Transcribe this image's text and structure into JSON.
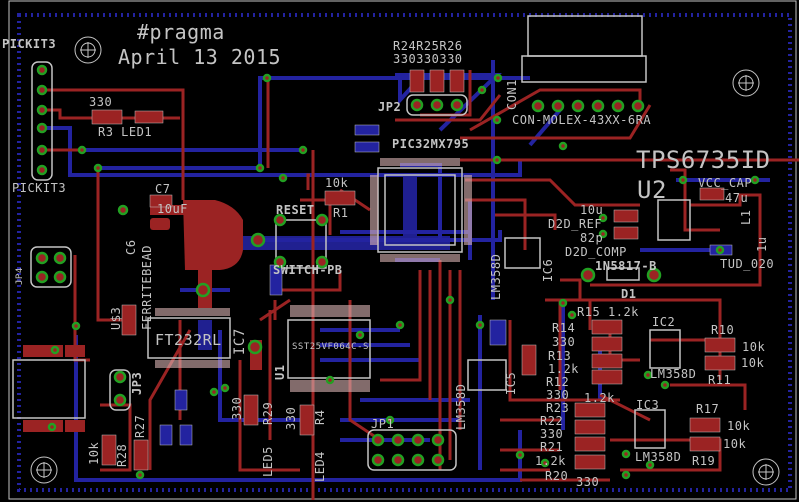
{
  "board": {
    "title": "#pragma",
    "date": "April 13 2015",
    "colors": {
      "background": "#000000",
      "top_copper": "#9b2323",
      "bottom_copper": "#2323a0",
      "silkscreen": "#c4c4c4",
      "via": "#22a022",
      "outline": "#c4c4c4"
    }
  },
  "labels": {
    "pickit3_top": "PICKIT3",
    "pickit3_bottom": "PICKIT3",
    "r3_value": "330",
    "r3_led1": "R3 LED1",
    "c7": "C7",
    "c7_value": "10uF",
    "r24_r26": "R24R25R26",
    "r24_r26_values": "330330330",
    "jp2": "JP2",
    "con1": "CON1",
    "con_molex": "CON-MOLEX-43XX-6RA",
    "pic32": "PIC32MX795",
    "r1_value": "10k",
    "r1": "R1",
    "reset": "RESET",
    "switch_pb": "SWITCH-PB",
    "tps": "TPS6735ID",
    "u2": "U2",
    "vcc_cap": "VCC_CAP",
    "cap_47u": "47u",
    "cap_10u": "10u",
    "d2d_ref": "D2D_REF",
    "cap_82p": "82p",
    "d2d_comp": "D2D_COMP",
    "diode_part": "1N5817-B",
    "d1": "D1",
    "tud": "TUD_020",
    "l1": "L1",
    "cap_1u": "1u",
    "ic6": "IC6",
    "lm358_ic6": "LM358D",
    "jp4": "JP4",
    "ferrite": "FERRITEBEAD",
    "c6": "C6",
    "us3": "U$3",
    "ft232": "FT232RL",
    "ic7": "IC7",
    "sst": "SST25VF064C-S",
    "u1": "U1",
    "jp3": "JP3",
    "r29_value": "330",
    "r29": "R29",
    "led5": "LED5",
    "r4_value": "330",
    "r4": "R4",
    "led4": "LED4",
    "r28_value": "10k",
    "r28": "R28",
    "r27": "R27",
    "jp1": "JP1",
    "ic5": "IC5",
    "lm358_ic5": "LM358D",
    "r15": "R15",
    "r15_value": "1.2k",
    "ic2": "IC2",
    "r14": "R14",
    "r14_value": "330",
    "r13": "R13",
    "r13_value": "1.2k",
    "r12": "R12",
    "r12_value": "330",
    "r23": "R23",
    "r23_value": "1.2k",
    "r22": "R22",
    "r22_value": "330",
    "r21": "R21",
    "r21_value": "1.2k",
    "r20": "R20",
    "r20_value": "330",
    "ic3": "IC3",
    "lm358_ic2": "LM358D",
    "lm358_ic3": "LM358D",
    "r10": "R10",
    "r10_value": "10k",
    "r11_value": "10k",
    "r11": "R11",
    "r17": "R17",
    "r17_value": "10k",
    "r19_value": "10k",
    "r19": "R19"
  }
}
